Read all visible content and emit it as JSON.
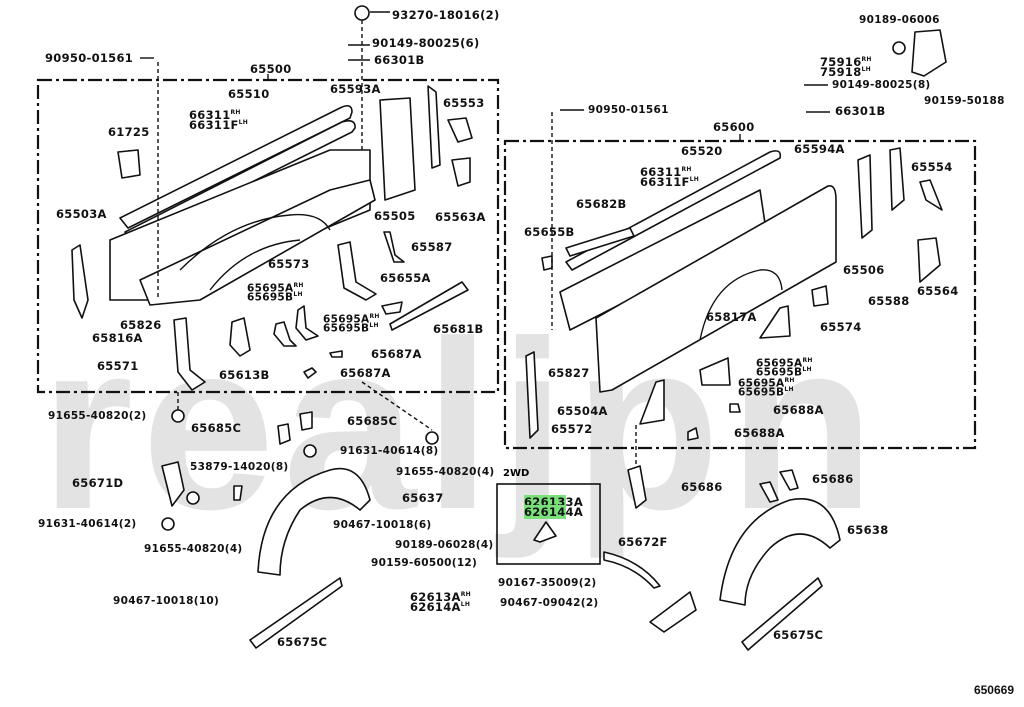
{
  "watermark": "realjpn",
  "diagram_id": "650669",
  "inset": {
    "title": "2WD",
    "parts": [
      "62613A",
      "62614A"
    ],
    "highlight_prefixes": [
      "62613",
      "62614"
    ]
  },
  "labels": {
    "p93270_18016": "93270-18016(2)",
    "p90149_80025_6": "90149-80025(6)",
    "p66301B_left": "66301B",
    "p90950_01561_left": "90950-01561",
    "p65500": "65500",
    "p65510": "65510",
    "p66311_left": "66311",
    "p66311F_left": "66311F",
    "p65593A": "65593A",
    "p65553": "65553",
    "p61725": "61725",
    "p65505": "65505",
    "p65563A": "65563A",
    "p65503A": "65503A",
    "p65587": "65587",
    "p65573": "65573",
    "p65655A": "65655A",
    "p65695A_1": "65695A",
    "p65695B_1": "65695B",
    "p65695A_2": "65695A",
    "p65695B_2": "65695B",
    "p65826": "65826",
    "p65816A": "65816A",
    "p65681B": "65681B",
    "p65687A_1": "65687A",
    "p65687A_2": "65687A",
    "p65571": "65571",
    "p65613B": "65613B",
    "p91655_40820_2": "91655-40820(2)",
    "p65685C_1": "65685C",
    "p65685C_2": "65685C",
    "p91631_40614_8": "91631-40614(8)",
    "p91655_40820_4a": "91655-40820(4)",
    "p53879_14020": "53879-14020(8)",
    "p65671D": "65671D",
    "p65637": "65637",
    "p91631_40614_2": "91631-40614(2)",
    "p90467_10018_6": "90467-10018(6)",
    "p91655_40820_4b": "91655-40820(4)",
    "p90189_06028": "90189-06028(4)",
    "p90159_60500": "90159-60500(12)",
    "p90467_10018_10": "90467-10018(10)",
    "p65675C_left": "65675C",
    "p90189_06006": "90189-06006",
    "p75916": "75916",
    "p75918": "75918",
    "p90149_80025_8": "90149-80025(8)",
    "p90159_50188": "90159-50188",
    "p90950_01561_right": "90950-01561",
    "p66301B_right": "66301B",
    "p65600": "65600",
    "p65520": "65520",
    "p66311_right": "66311",
    "p66311F_right": "66311F",
    "p65594A": "65594A",
    "p65554": "65554",
    "p65682B": "65682B",
    "p65655B": "65655B",
    "p65506": "65506",
    "p65564": "65564",
    "p65588": "65588",
    "p65817A": "65817A",
    "p65574": "65574",
    "p65827": "65827",
    "p65695A_3": "65695A",
    "p65695B_3": "65695B",
    "p65695A_4": "65695A",
    "p65695B_4": "65695B",
    "p65688A_1": "65688A",
    "p65688A_2": "65688A",
    "p65504A": "65504A",
    "p65572": "65572",
    "p65686_1": "65686",
    "p65686_2": "65686",
    "p65638": "65638",
    "p65672F": "65672F",
    "p90167_35009": "90167-35009(2)",
    "p90467_09042": "90467-09042(2)",
    "p62613A": "62613A",
    "p62614A": "62614A",
    "p65675C_right": "65675C"
  },
  "suffixes": {
    "rh": "RH",
    "lh": "LH"
  }
}
